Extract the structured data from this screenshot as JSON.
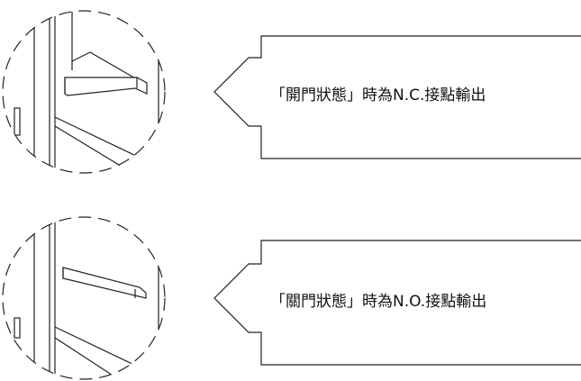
{
  "diagram": {
    "panels": [
      {
        "id": "door-open",
        "caption": "「開門狀態」時為N.C.接點輸出"
      },
      {
        "id": "door-closed",
        "caption": "「關門狀態」時為N.O.接點輸出"
      }
    ]
  }
}
